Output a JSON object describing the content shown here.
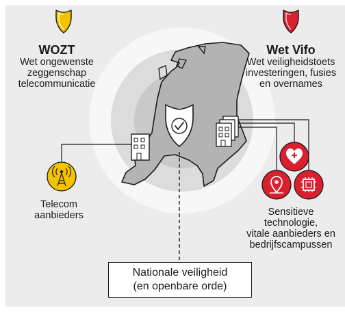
{
  "wozt": {
    "title": "WOZT",
    "lines": [
      "Wet ongewenste",
      "zeggenschap",
      "telecommunicatie"
    ]
  },
  "vifo": {
    "title": "Wet Vifo",
    "lines": [
      "Wet veiligheidstoets",
      "investeringen, fusies",
      "en overnames"
    ]
  },
  "telecom": {
    "lines": [
      "Telecom",
      "aanbieders"
    ]
  },
  "sensitive": {
    "lines": [
      "Sensitieve",
      "technologie,",
      "vitale aanbieders en",
      "bedrijfscampussen"
    ]
  },
  "national": {
    "lines": [
      "Nationale veiligheid",
      "(en openbare orde)"
    ]
  },
  "colors": {
    "panel": "#ececec",
    "yellow": "#f5c200",
    "red": "#d8202f",
    "map": "#b3b3b3",
    "ink": "#1a1a1a"
  },
  "icons": [
    "shield-icon",
    "shield-check-icon",
    "building-icon",
    "antenna-icon",
    "heart-plus-icon",
    "location-pin-icon",
    "chip-icon"
  ]
}
